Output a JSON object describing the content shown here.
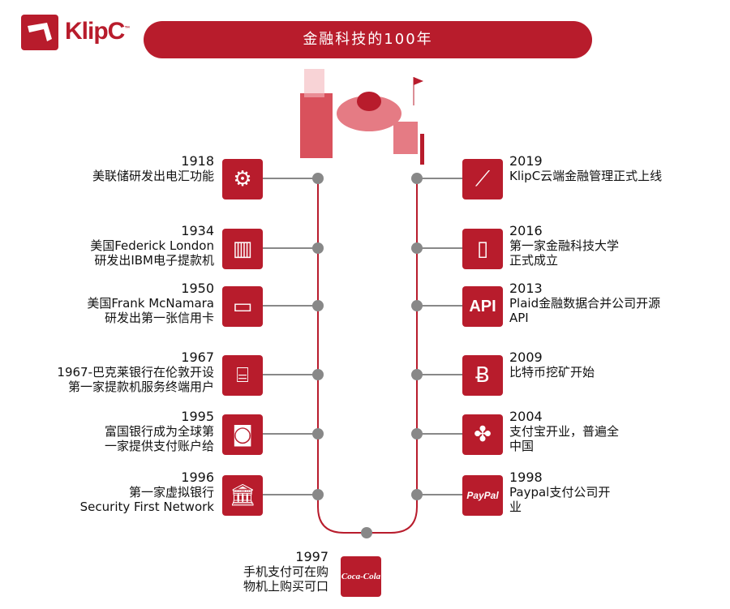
{
  "brand": {
    "name": "KlipC",
    "tm": "™"
  },
  "banner": {
    "title": "金融科技的100年"
  },
  "colors": {
    "accent": "#b81c2c",
    "connector": "#888888"
  },
  "left": [
    {
      "year": "1918",
      "lines": [
        "美联储研发出电汇功能"
      ],
      "icon": "gear-pencil-icon"
    },
    {
      "year": "1934",
      "lines": [
        "美国Federick London",
        "研发出IBM电子提款机"
      ],
      "icon": "atm-icon"
    },
    {
      "year": "1950",
      "lines": [
        "美国Frank McNamara",
        "研发出第一张信用卡"
      ],
      "icon": "credit-card-icon"
    },
    {
      "year": "1967",
      "lines": [
        "1967-巴克莱银行在伦敦开设",
        "第一家提款机服务终端用户"
      ],
      "icon": "router-icon"
    },
    {
      "year": "1995",
      "lines": [
        "富国银行成为全球第",
        "一家提供支付账户给"
      ],
      "icon": "account-icon"
    },
    {
      "year": "1996",
      "lines": [
        "第一家虚拟银行",
        "Security First Network"
      ],
      "icon": "bank-icon"
    }
  ],
  "right": [
    {
      "year": "2019",
      "lines": [
        "KlipC云端金融管理正式上线"
      ],
      "icon": "klipc-icon"
    },
    {
      "year": "2016",
      "lines": [
        "第一家金融科技大学",
        "正式成立"
      ],
      "icon": "book-icon"
    },
    {
      "year": "2013",
      "lines": [
        "Plaid金融数据合并公司开源",
        "API"
      ],
      "icon": "api-icon",
      "label": "API"
    },
    {
      "year": "2009",
      "lines": [
        "比特币挖矿开始"
      ],
      "icon": "bitcoin-icon"
    },
    {
      "year": "2004",
      "lines": [
        "支付宝开业，普遍全",
        "中国"
      ],
      "icon": "alipay-icon"
    },
    {
      "year": "1998",
      "lines": [
        "Paypal支付公司开",
        "业"
      ],
      "icon": "paypal-icon",
      "label": "PayPal"
    }
  ],
  "bottom": {
    "year": "1997",
    "lines": [
      "手机支付可在购",
      "物机上购买可口"
    ],
    "icon": "coca-cola-icon",
    "label": "Coca-Cola"
  }
}
